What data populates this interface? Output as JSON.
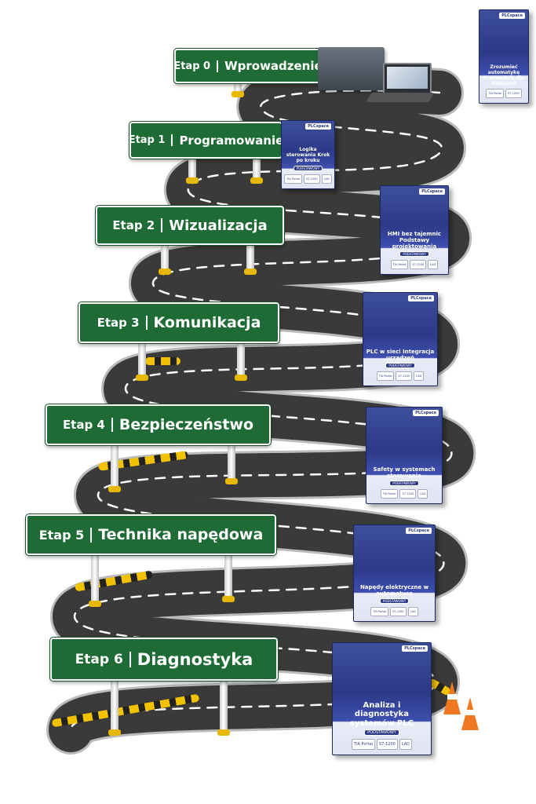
{
  "stages": [
    {
      "etap": "Etap 0",
      "name": "Wprowadzenie"
    },
    {
      "etap": "Etap 1",
      "name": "Programowanie"
    },
    {
      "etap": "Etap 2",
      "name": "Wizualizacja"
    },
    {
      "etap": "Etap 3",
      "name": "Komunikacja"
    },
    {
      "etap": "Etap 4",
      "name": "Bezpieczeństwo"
    },
    {
      "etap": "Etap 5",
      "name": "Technika napędowa"
    },
    {
      "etap": "Etap 6",
      "name": "Diagnostyka"
    }
  ],
  "books": [
    {
      "brand": "PLCspace",
      "title": "Zrozumieć automatykę Przewodnik dla zielonych"
    },
    {
      "brand": "PLCspace",
      "title": "Logika sterowania Krok po kroku",
      "level": "PODSTAWOWY"
    },
    {
      "brand": "PLCspace",
      "title": "HMI bez tajemnic Podstawy projektowania",
      "level": "PODSTAWOWY"
    },
    {
      "brand": "PLCspace",
      "title": "PLC w sieci Integracja urządzeń",
      "level": "PODSTAWOWY"
    },
    {
      "brand": "PLCspace",
      "title": "Safety w systemach sterowania",
      "level": "PODSTAWOWY"
    },
    {
      "brand": "PLCspace",
      "title": "Napędy elektryczne w automatyce",
      "level": "PODSTAWOWY"
    },
    {
      "brand": "PLCspace",
      "title": "Analiza i diagnostyka systemów PLC",
      "level": "PODSTAWOWY"
    }
  ],
  "chips": [
    "TIA Portal",
    "S7-1200",
    "LAD"
  ],
  "colors": {
    "sign": "#1f6b35",
    "road": "#3a3a3a",
    "book": "#2c3a87",
    "cone": "#f07820"
  }
}
